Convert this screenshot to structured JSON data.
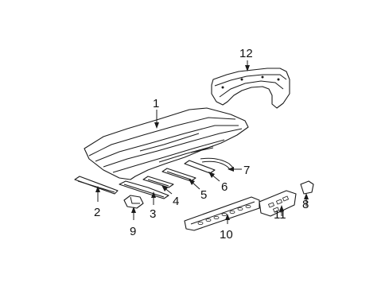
{
  "labels": {
    "c1": "1",
    "c2": "2",
    "c3": "3",
    "c4": "4",
    "c5": "5",
    "c6": "6",
    "c7": "7",
    "c8": "8",
    "c9": "9",
    "c10": "10",
    "c11": "11",
    "c12": "12"
  }
}
